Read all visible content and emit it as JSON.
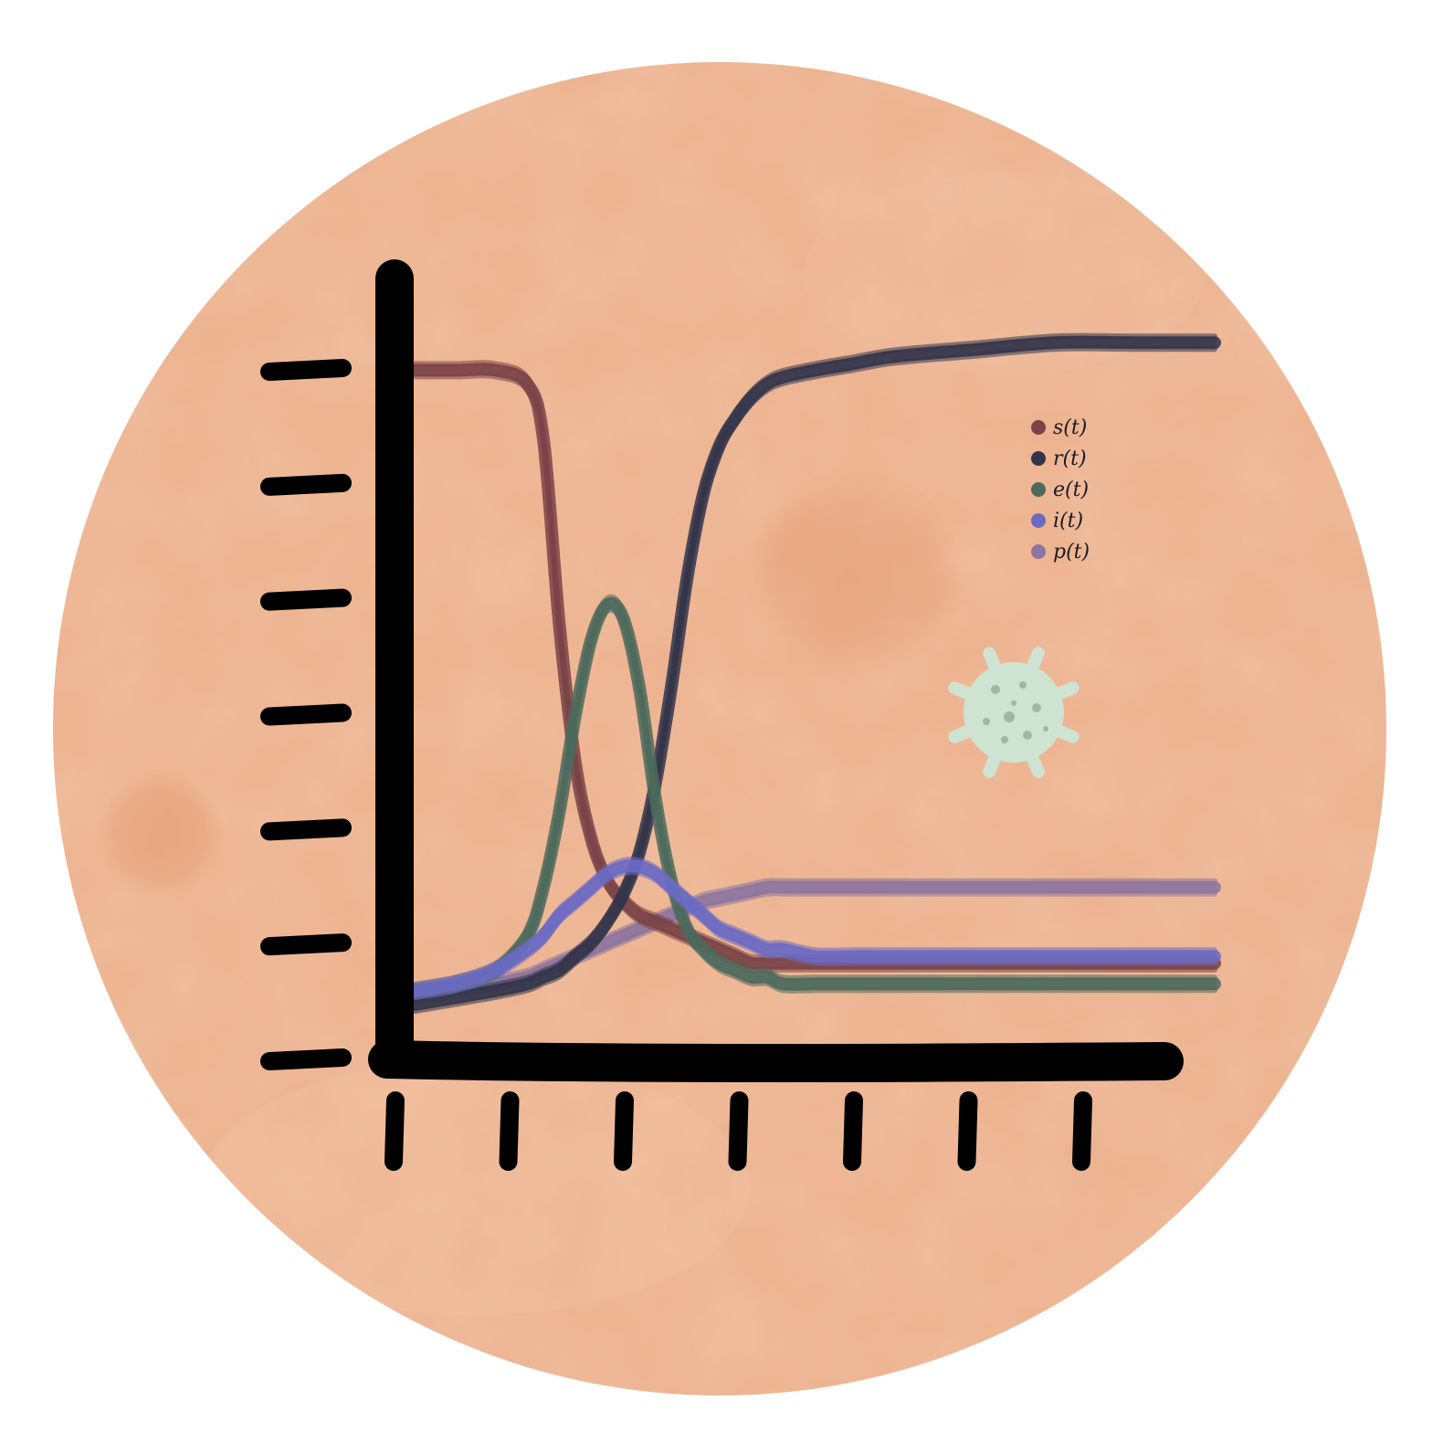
{
  "colors": {
    "background_circle": "#ecb08c",
    "background_circle_light": "#f2c3a4",
    "background_circle_dark": "#e3a07a",
    "axis": "#000000",
    "virus": "#cfe3d2",
    "virus_dots": "#9fb8a6"
  },
  "icons": {
    "decoration": "virus-icon"
  },
  "chart_data": {
    "type": "line",
    "title": "",
    "xlabel": "",
    "ylabel": "",
    "x_tick_count": 7,
    "y_tick_count": 7,
    "xlim": [
      0,
      1
    ],
    "ylim": [
      0,
      1
    ],
    "grid": false,
    "legend_position": "top-right",
    "x": [
      0.0,
      0.05,
      0.1,
      0.14,
      0.16,
      0.18,
      0.2,
      0.22,
      0.24,
      0.26,
      0.28,
      0.3,
      0.32,
      0.34,
      0.36,
      0.38,
      0.4,
      0.42,
      0.44,
      0.46,
      0.5,
      0.55,
      0.6,
      0.7,
      0.8,
      0.9,
      1.0
    ],
    "series": [
      {
        "name": "s(t)",
        "color": "#7a4347",
        "values": [
          0.92,
          0.92,
          0.92,
          0.9,
          0.82,
          0.55,
          0.35,
          0.24,
          0.18,
          0.15,
          0.13,
          0.12,
          0.11,
          0.1,
          0.09,
          0.08,
          0.07,
          0.06,
          0.06,
          0.06,
          0.06,
          0.06,
          0.06,
          0.06,
          0.06,
          0.06,
          0.06
        ]
      },
      {
        "name": "r(t)",
        "color": "#33344a",
        "values": [
          0.0,
          0.01,
          0.02,
          0.03,
          0.04,
          0.05,
          0.07,
          0.09,
          0.12,
          0.16,
          0.22,
          0.32,
          0.46,
          0.62,
          0.74,
          0.81,
          0.85,
          0.88,
          0.9,
          0.91,
          0.92,
          0.93,
          0.94,
          0.95,
          0.96,
          0.96,
          0.96
        ]
      },
      {
        "name": "e(t)",
        "color": "#4c6a5c",
        "values": [
          0.02,
          0.03,
          0.05,
          0.1,
          0.17,
          0.28,
          0.42,
          0.53,
          0.58,
          0.56,
          0.46,
          0.3,
          0.18,
          0.11,
          0.08,
          0.06,
          0.05,
          0.04,
          0.04,
          0.03,
          0.03,
          0.03,
          0.03,
          0.03,
          0.03,
          0.03,
          0.03
        ]
      },
      {
        "name": "i(t)",
        "color": "#6b6ac3",
        "values": [
          0.02,
          0.03,
          0.05,
          0.08,
          0.1,
          0.13,
          0.15,
          0.17,
          0.19,
          0.2,
          0.2,
          0.19,
          0.17,
          0.15,
          0.13,
          0.11,
          0.1,
          0.09,
          0.08,
          0.08,
          0.07,
          0.07,
          0.07,
          0.07,
          0.07,
          0.07,
          0.07
        ]
      },
      {
        "name": "p(t)",
        "color": "#8d759e",
        "values": [
          0.01,
          0.02,
          0.03,
          0.04,
          0.05,
          0.06,
          0.07,
          0.08,
          0.09,
          0.1,
          0.11,
          0.12,
          0.13,
          0.14,
          0.15,
          0.155,
          0.16,
          0.165,
          0.17,
          0.17,
          0.17,
          0.17,
          0.17,
          0.17,
          0.17,
          0.17,
          0.17
        ]
      }
    ],
    "legend": [
      "s(t)",
      "r(t)",
      "e(t)",
      "i(t)",
      "p(t)"
    ]
  }
}
